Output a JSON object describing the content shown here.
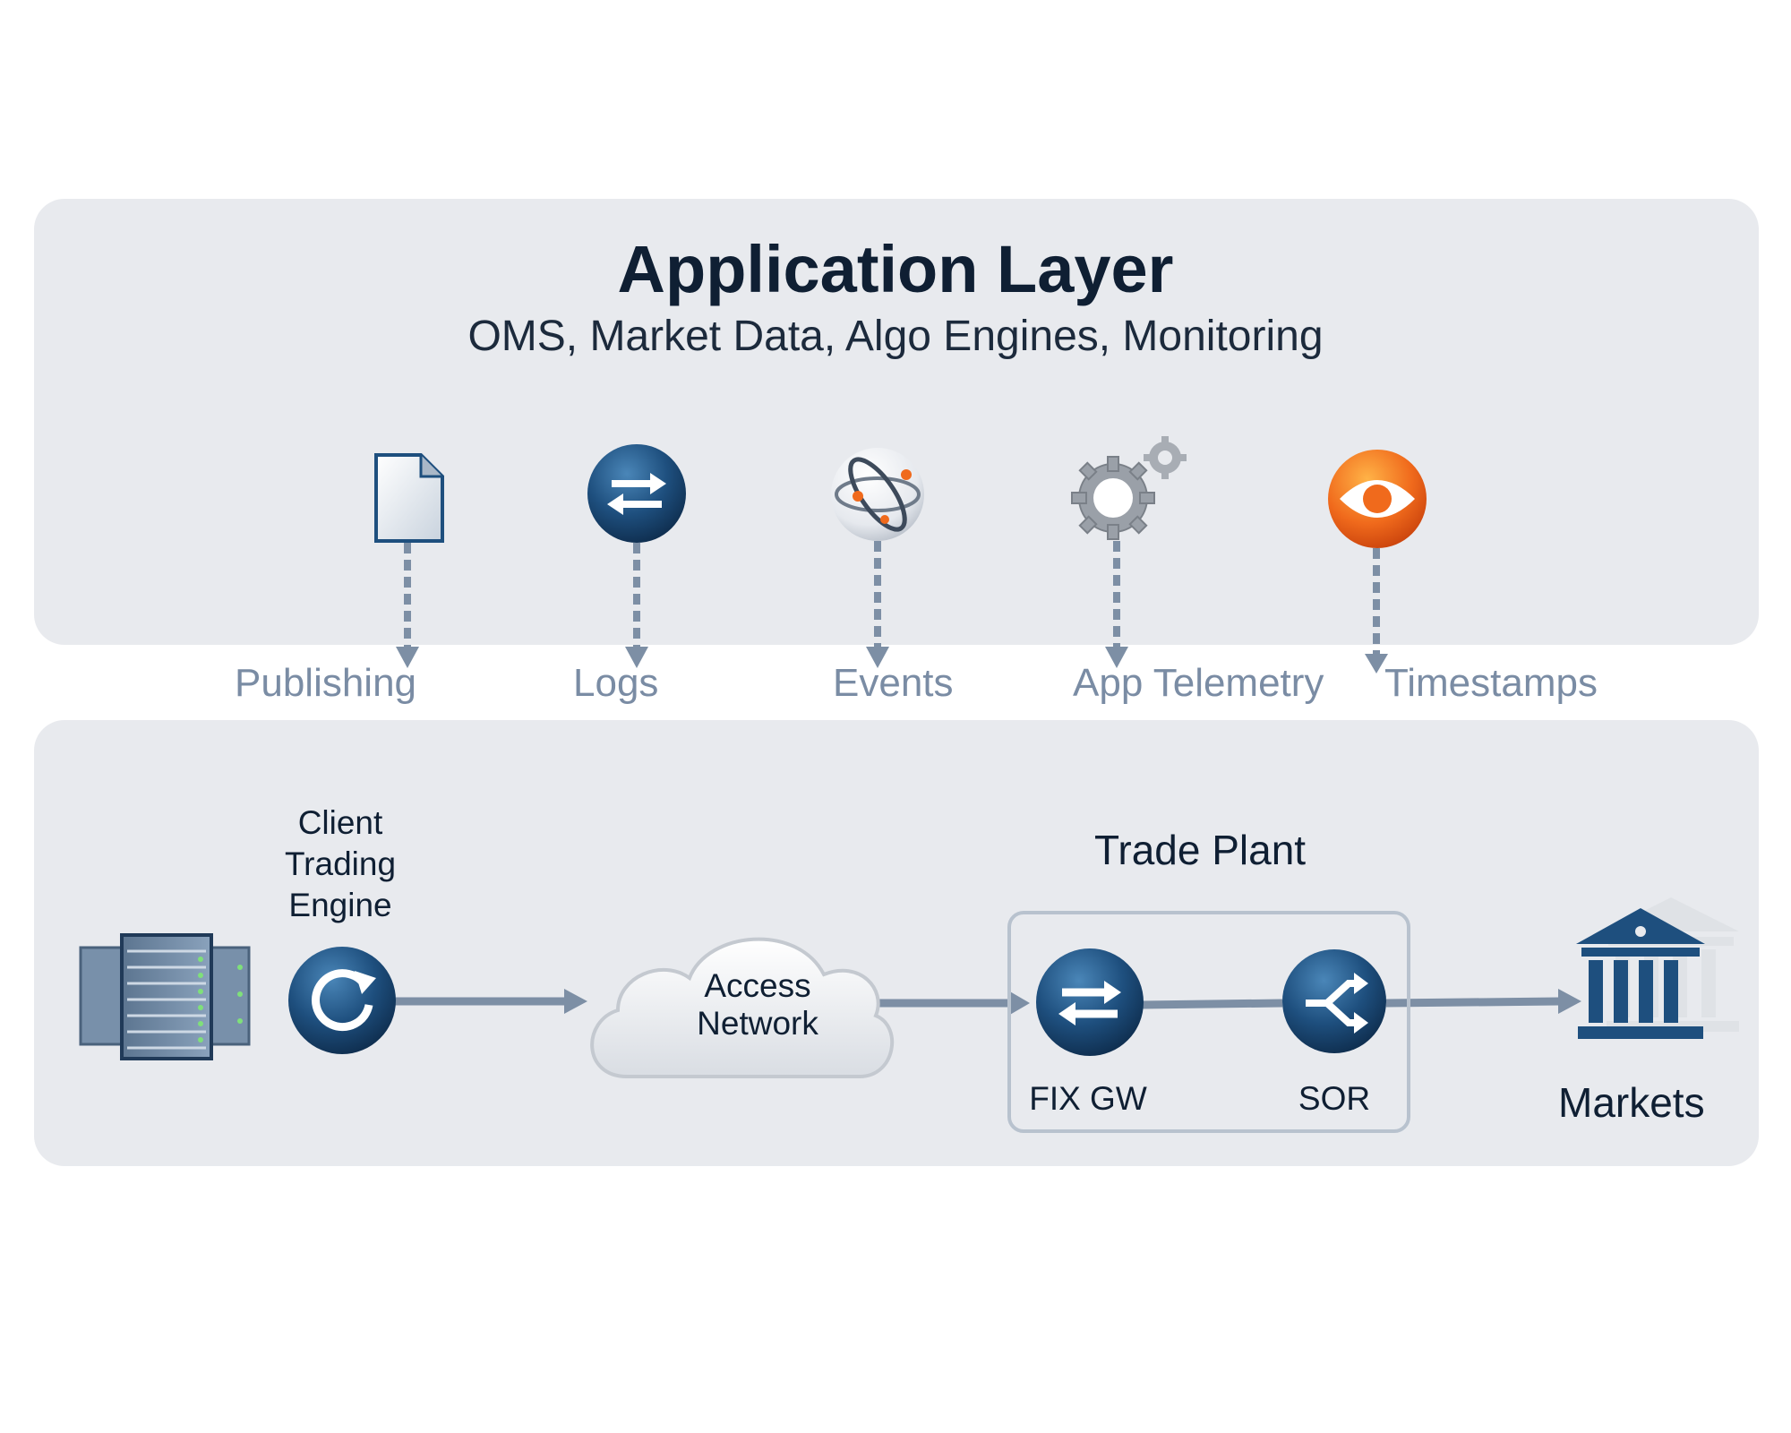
{
  "application_layer": {
    "title": "Application Layer",
    "subtitle": "OMS, Market Data, Algo Engines, Monitoring"
  },
  "telemetry": [
    {
      "label": "Publishing",
      "icon": "document-icon"
    },
    {
      "label": "Logs",
      "icon": "exchange-arrows-icon"
    },
    {
      "label": "Events",
      "icon": "atom-icon"
    },
    {
      "label": "App Telemetry",
      "icon": "gears-icon"
    },
    {
      "label": "Timestamps",
      "icon": "eye-icon"
    }
  ],
  "infrastructure": {
    "client": {
      "label_lines": [
        "Client",
        "Trading",
        "Engine"
      ],
      "icon": "refresh-icon",
      "server_icon": "server-rack-icon"
    },
    "access_network": {
      "label_lines": [
        "Access",
        "Network"
      ],
      "icon": "cloud-icon"
    },
    "trade_plant": {
      "title": "Trade Plant",
      "fix_gw": {
        "label": "FIX GW",
        "icon": "exchange-arrows-icon"
      },
      "sor": {
        "label": "SOR",
        "icon": "router-split-icon"
      }
    },
    "markets": {
      "label": "Markets",
      "icon": "bank-building-icon"
    }
  },
  "colors": {
    "panel": "#e8eaee",
    "dark_navy": "#0f1f33",
    "icon_blue": "#1e4f7e",
    "telemetry_label": "#7a8ca4",
    "connector": "#7d8fa5",
    "eye_orange": "#f06a1c"
  }
}
